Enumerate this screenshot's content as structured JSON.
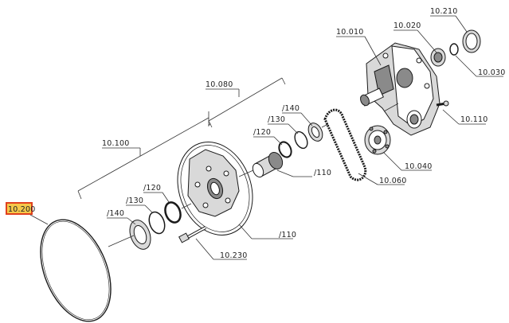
{
  "diagram": {
    "labels": {
      "l10_210": "10.210",
      "l10_020": "10.020",
      "l10_010": "10.010",
      "l10_030": "10.030",
      "l10_080": "10.080",
      "l10_110": "10.110",
      "l10_040": "10.040",
      "l10_060": "10.060",
      "l10_100": "10.100",
      "l10_200": "10.200",
      "l10_230": "10.230",
      "u140": "/140",
      "u130": "/130",
      "u120": "/120",
      "u110": "/110",
      "d140": "/140",
      "d130": "/130",
      "d120": "/120",
      "d110": "/110"
    },
    "highlighted_label": "10.200",
    "colors": {
      "highlight_fill": "#f5c84a",
      "highlight_border": "#e0401e",
      "line": "#1a1a1a"
    }
  }
}
